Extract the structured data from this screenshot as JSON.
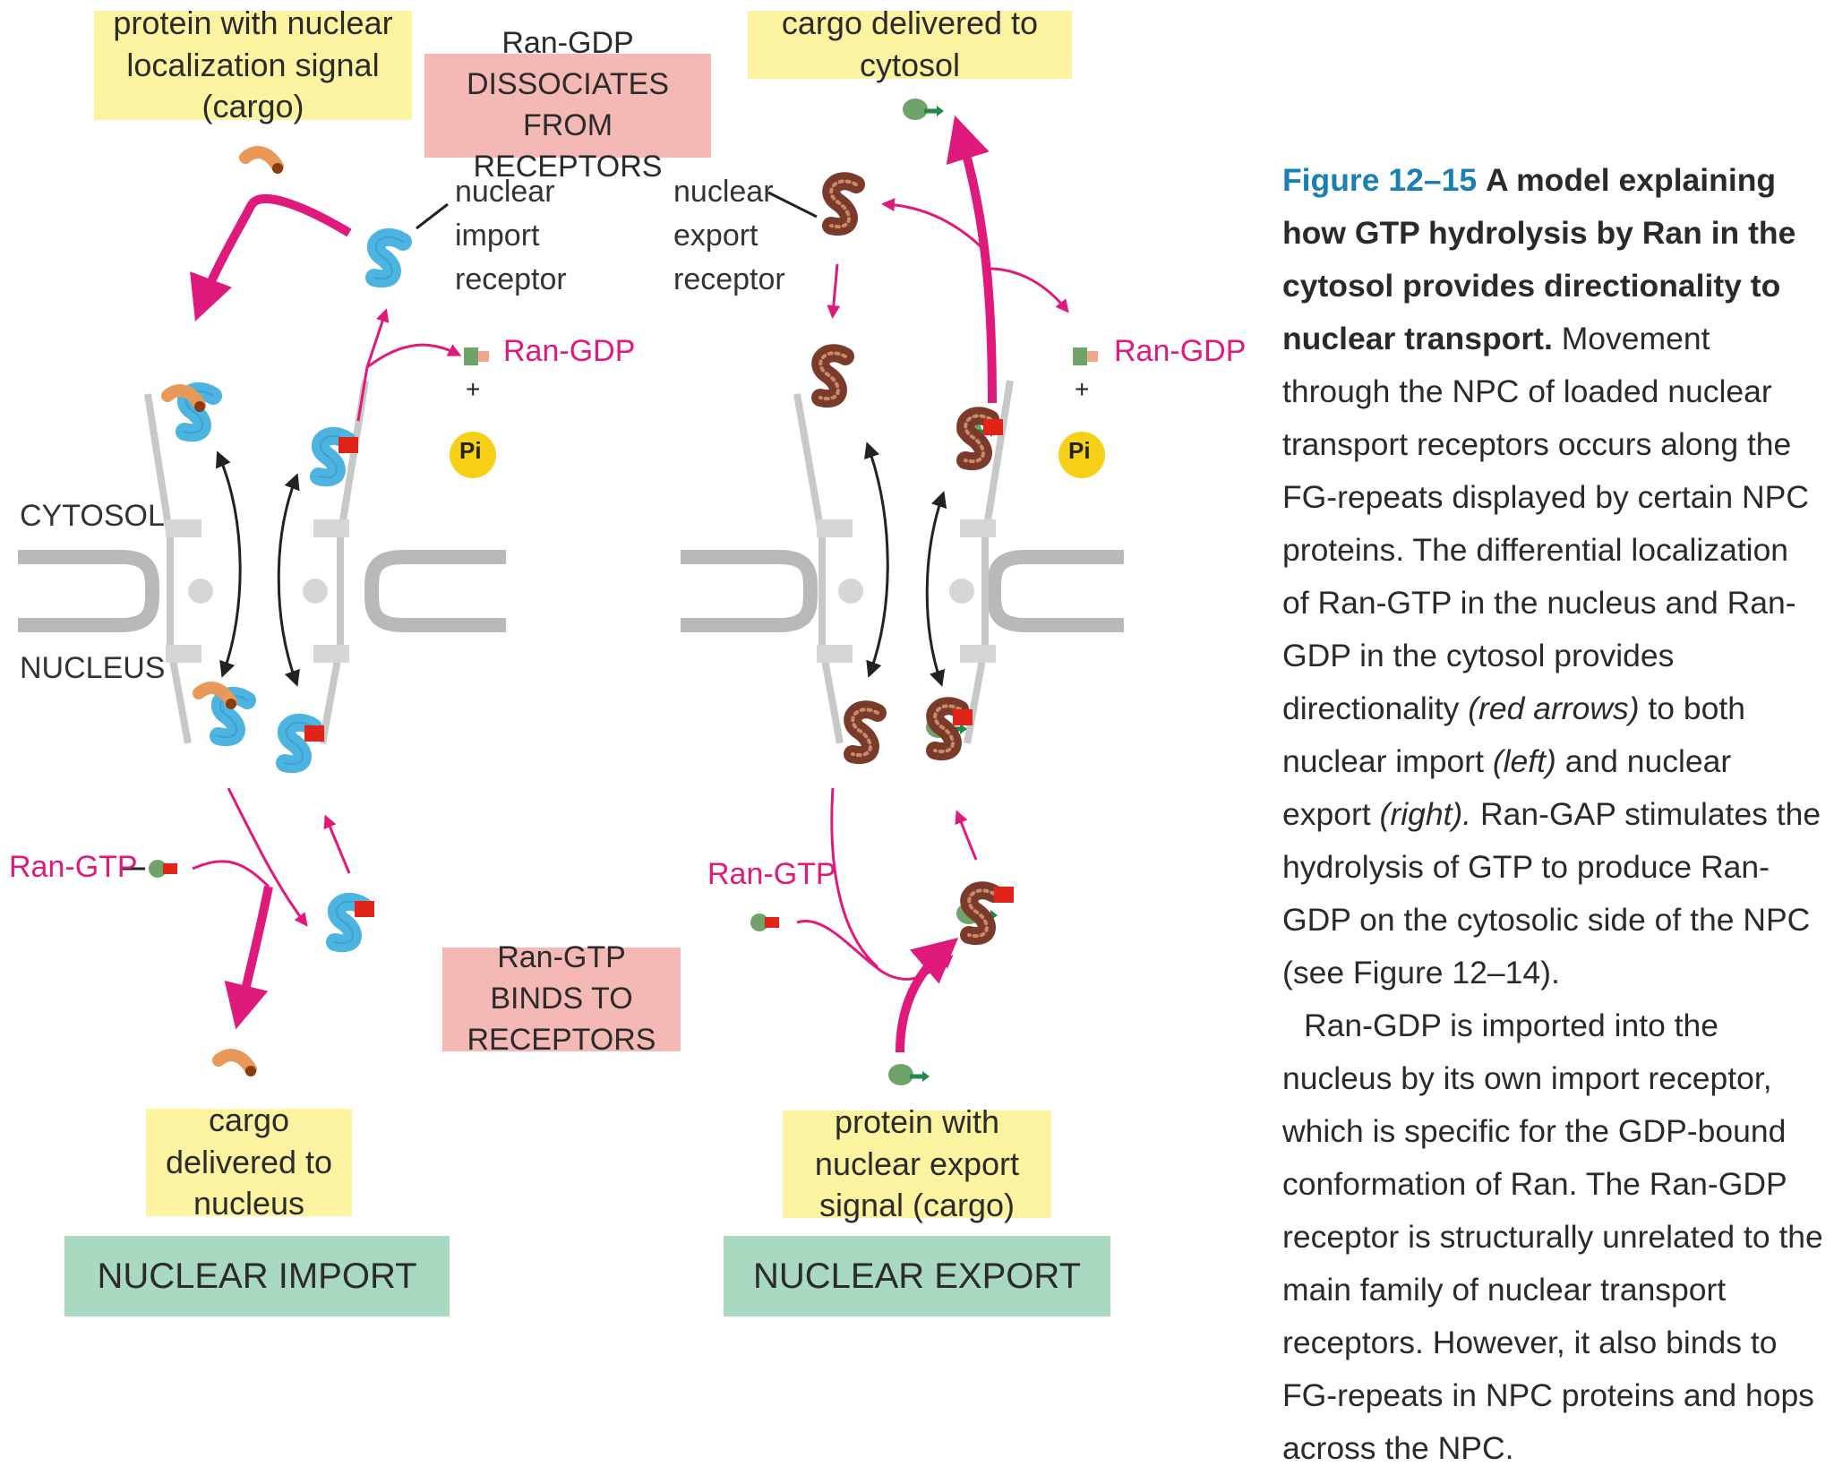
{
  "import": {
    "cargo_top": "protein with nuclear localization signal (cargo)",
    "dissociates": "Ran-GDP DISSOCIATES FROM RECEPTORS",
    "receptor": "nuclear import receptor",
    "ran_gdp": "Ran-GDP",
    "plus": "+",
    "pi": "Pi",
    "cytosol": "CYTOSOL",
    "nucleus": "NUCLEUS",
    "ran_gtp": "Ran-GTP",
    "binds": "Ran-GTP BINDS TO RECEPTORS",
    "cargo_bottom": "cargo delivered to nucleus",
    "title": "NUCLEAR IMPORT"
  },
  "export": {
    "cargo_top": "cargo delivered to cytosol",
    "receptor": "nuclear export receptor",
    "ran_gdp": "Ran-GDP",
    "plus": "+",
    "pi": "Pi",
    "ran_gtp": "Ran-GTP",
    "cargo_bottom": "protein with nuclear export signal (cargo)",
    "title": "NUCLEAR EXPORT"
  },
  "caption": {
    "figure_label": "Figure 12–15",
    "headline": "A model explaining how GTP hydrolysis by Ran in the cytosol provides directionality to nuclear transport.",
    "p1_a": "Movement through the NPC of loaded nuclear transport receptors occurs along the FG-repeats displayed by certain NPC proteins. The differential localization of Ran-GTP in the nucleus and Ran-GDP in the cytosol provides directionality",
    "p1_red": "(red arrows)",
    "p1_b": "to both nuclear import",
    "p1_left": "(left)",
    "p1_c": "and nuclear export",
    "p1_right": "(right).",
    "p1_d": "Ran-GAP stimulates the hydrolysis of GTP to produce Ran-GDP on the cytosolic side of the NPC (see Figure 12–14).",
    "p2": "Ran-GDP is imported into the nucleus by its own import receptor, which is specific for the GDP-bound conformation of Ran. The Ran-GDP receptor is structurally unrelated to the main family of nuclear transport receptors. However, it also binds to FG-repeats in NPC proteins and hops across the NPC."
  },
  "colors": {
    "arrow_pink": "#e0197d",
    "import_receptor": "#4db3e0",
    "export_receptor": "#7a3b2a",
    "cargo_orange": "#e8995a",
    "ran_red": "#e2231a",
    "ran_gdp_green": "#6fa36a",
    "pi_yellow": "#f7d117",
    "box_yellow": "#fbf3a0",
    "box_pink": "#f4b9b5",
    "box_green": "#a9d9c0",
    "figure_blue": "#1a7fb3"
  }
}
